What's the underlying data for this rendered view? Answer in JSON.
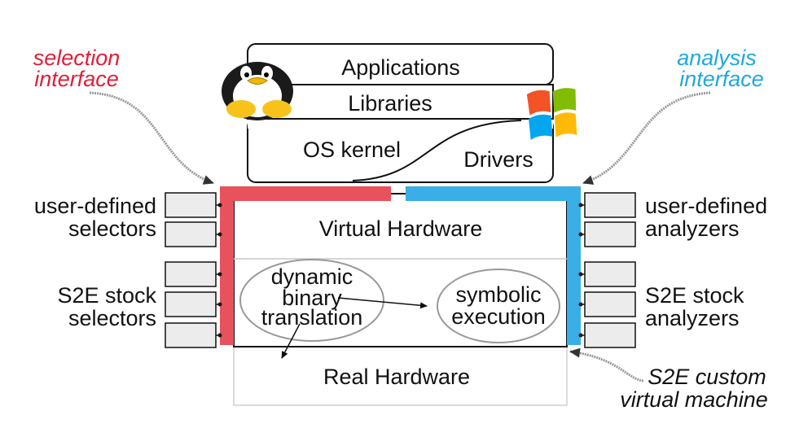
{
  "stack": {
    "applications": "Applications",
    "libraries": "Libraries",
    "os_kernel": "OS kernel",
    "drivers": "Drivers"
  },
  "left": {
    "interface_line1": "selection",
    "interface_line2": "interface",
    "user_defined_line1": "user-defined",
    "user_defined_line2": "selectors",
    "stock_line1": "S2E stock",
    "stock_line2": "selectors"
  },
  "right": {
    "interface_line1": "analysis",
    "interface_line2": "interface",
    "user_defined_line1": "user-defined",
    "user_defined_line2": "analyzers",
    "stock_line1": "S2E stock",
    "stock_line2": "analyzers",
    "vm_line1": "S2E custom",
    "vm_line2": "virtual machine"
  },
  "center": {
    "virtual_hardware": "Virtual Hardware",
    "dbt_line1": "dynamic",
    "dbt_line2": "binary",
    "dbt_line3": "translation",
    "symbolic_line1": "symbolic",
    "symbolic_line2": "execution",
    "real_hardware": "Real Hardware"
  },
  "colors": {
    "selection_red": "#e8525d",
    "analysis_blue": "#3aaee6",
    "stroke": "#111111",
    "plugin_fill": "#ececec",
    "light_gray": "#cfcfcf"
  },
  "icons": [
    "linux-penguin-icon",
    "windows-logo-icon"
  ]
}
